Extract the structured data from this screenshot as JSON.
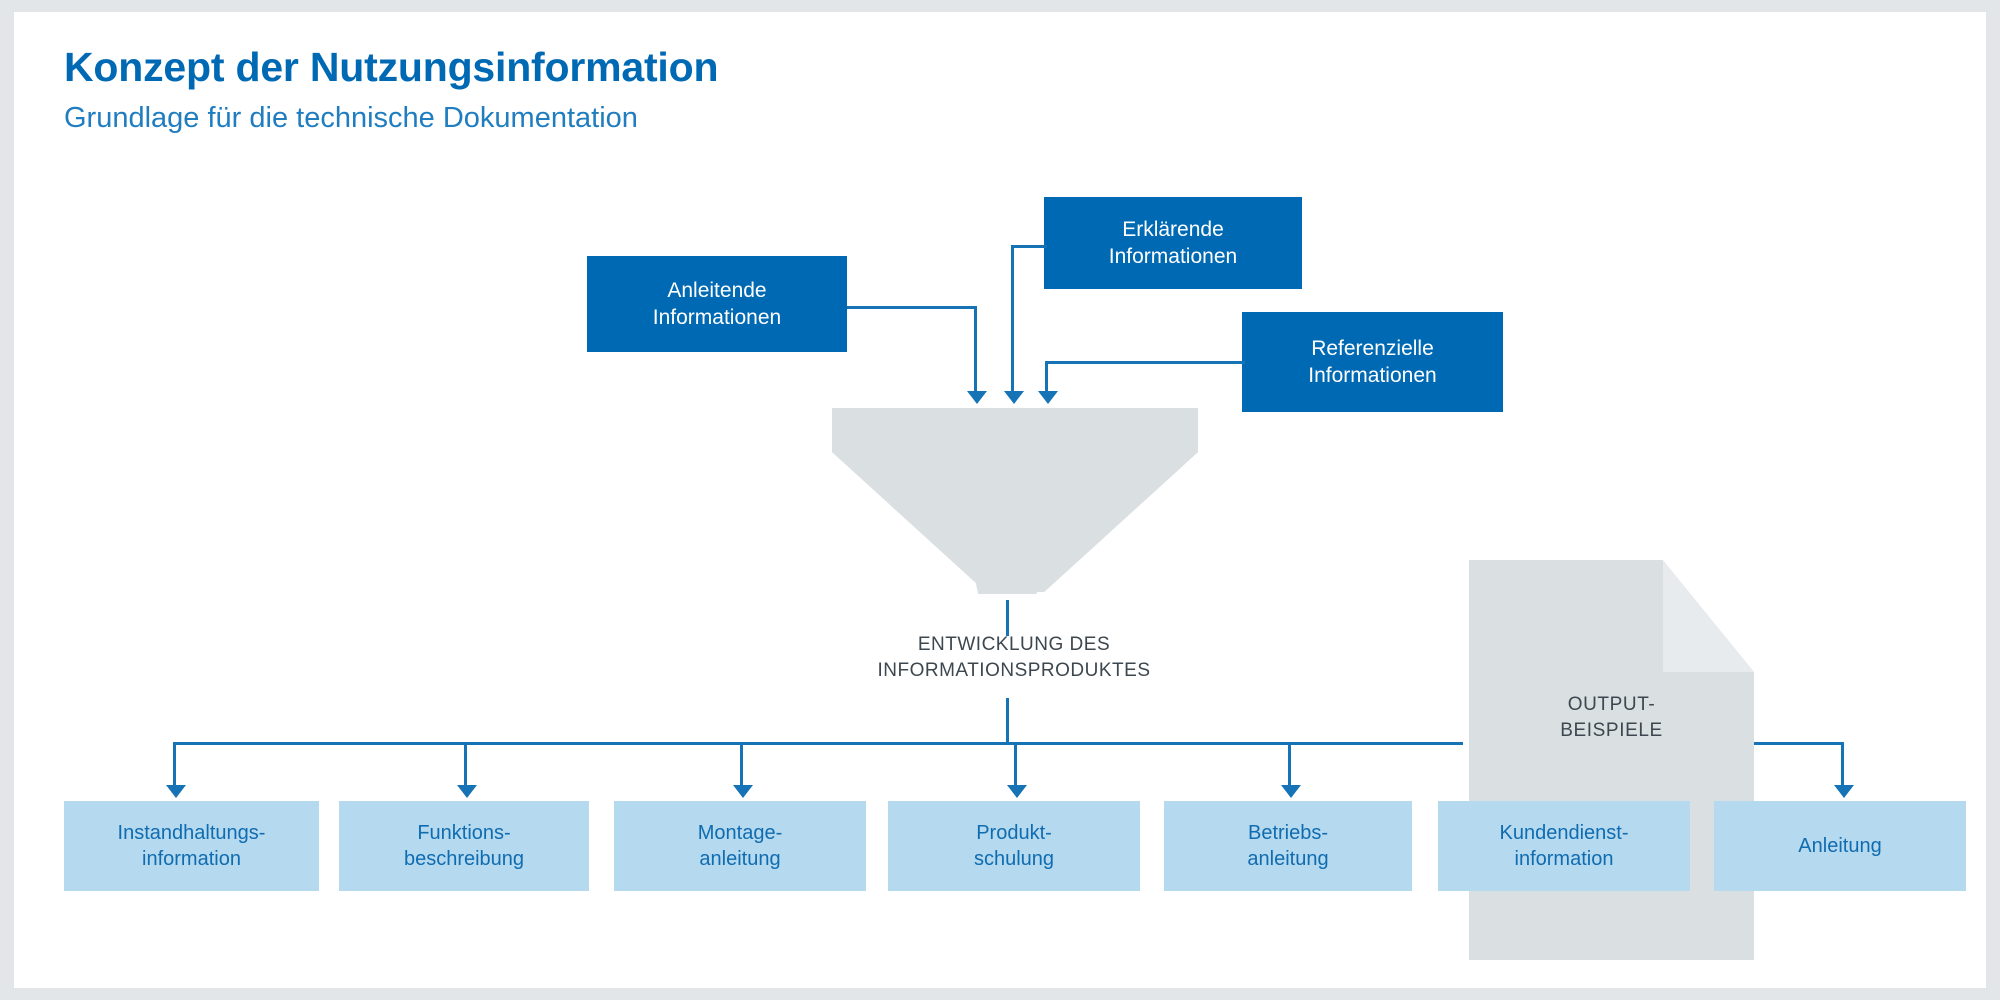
{
  "header": {
    "title": "Konzept der Nutzungsinformation",
    "subtitle": "Grundlage für die technische Dokumentation"
  },
  "colors": {
    "page_background": "#e2e6e9",
    "canvas": "#ffffff",
    "input_box": "#0069b4",
    "input_text": "#ffffff",
    "output_box": "#b5d9ef",
    "output_text": "#0f6cb0",
    "connector": "#1573b6",
    "shape_gray": "#dadfe2",
    "caption_text": "#3d474f",
    "title": "#0069b4",
    "subtitle": "#1f7dc0"
  },
  "inputs": [
    {
      "id": "anleitende",
      "line1": "Anleitende",
      "line2": "Informationen"
    },
    {
      "id": "erklaerende",
      "line1": "Erklärende",
      "line2": "Informationen"
    },
    {
      "id": "referenzielle",
      "line1": "Referenzielle",
      "line2": "Informationen"
    }
  ],
  "funnel": {
    "caption_line1": "ENTWICKLUNG DES",
    "caption_line2": "INFORMATIONSPRODUKTES"
  },
  "output_document": {
    "label_line1": "OUTPUT-",
    "label_line2": "BEISPIELE"
  },
  "outputs": [
    {
      "id": "instandhaltungsinformation",
      "line1": "Instandhaltungs-",
      "line2": "information"
    },
    {
      "id": "funktionsbeschreibung",
      "line1": "Funktions-",
      "line2": "beschreibung"
    },
    {
      "id": "montageanleitung",
      "line1": "Montage-",
      "line2": "anleitung"
    },
    {
      "id": "produktschulung",
      "line1": "Produkt-",
      "line2": "schulung"
    },
    {
      "id": "betriebsanleitung",
      "line1": "Betriebs-",
      "line2": "anleitung"
    },
    {
      "id": "kundendienstinformation",
      "line1": "Kundendienst-",
      "line2": "information"
    },
    {
      "id": "anleitung",
      "line1": "Anleitung",
      "line2": ""
    }
  ]
}
